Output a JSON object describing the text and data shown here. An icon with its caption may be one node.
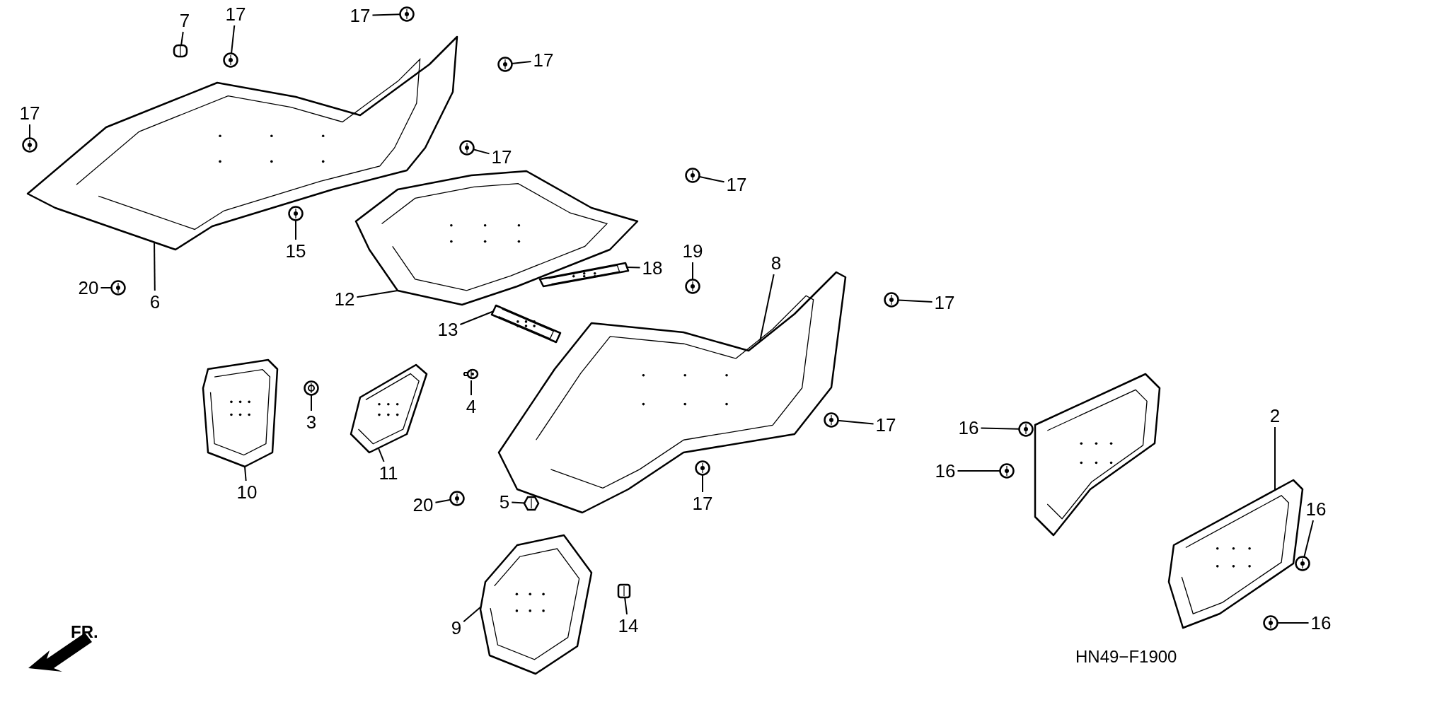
{
  "diagram": {
    "nodes": [
      {
        "text": [
          "7"
        ]
      },
      {
        "text": [
          "17"
        ]
      },
      {
        "text": [
          "17"
        ]
      },
      {
        "text": [
          "17"
        ]
      },
      {
        "text": [
          "17"
        ]
      },
      {
        "text": [
          "17"
        ]
      },
      {
        "text": [
          "17"
        ]
      },
      {
        "text": [
          "15"
        ]
      },
      {
        "text": [
          "20"
        ]
      },
      {
        "text": [
          "6"
        ]
      },
      {
        "text": [
          "12"
        ]
      },
      {
        "text": [
          "13"
        ]
      },
      {
        "text": [
          "18"
        ]
      },
      {
        "text": [
          "19"
        ]
      },
      {
        "text": [
          "8"
        ]
      },
      {
        "text": [
          "17"
        ]
      },
      {
        "text": [
          "3"
        ]
      },
      {
        "text": [
          "4"
        ]
      },
      {
        "text": [
          "10"
        ]
      },
      {
        "text": [
          "11"
        ]
      },
      {
        "text": [
          "17"
        ]
      },
      {
        "text": [
          "17"
        ]
      },
      {
        "text": [
          "20"
        ]
      },
      {
        "text": [
          "5"
        ]
      },
      {
        "text": [
          "9"
        ]
      },
      {
        "text": [
          "14"
        ]
      },
      {
        "text": [
          "16"
        ]
      },
      {
        "text": [
          "16"
        ]
      },
      {
        "text": [
          "2"
        ]
      },
      {
        "text": [
          "16"
        ]
      },
      {
        "text": [
          "16"
        ]
      },
      {
        "text": [],
        "shape": "picture"
      },
      {
        "text": [],
        "shape": "picture"
      },
      {
        "text": [],
        "shape": "picture"
      },
      {
        "text": [],
        "shape": "picture"
      },
      {
        "text": [],
        "shape": "picture"
      },
      {
        "text": [],
        "shape": "picture"
      },
      {
        "text": [],
        "shape": "picture"
      },
      {
        "text": [],
        "shape": "picture"
      },
      {
        "text": [],
        "shape": "picture"
      },
      {
        "text": [],
        "shape": "picture"
      },
      {
        "text": [],
        "shape": "picture"
      },
      {
        "text": [],
        "shape": "picture"
      },
      {
        "text": [],
        "shape": "picture"
      },
      {
        "text": [],
        "shape": "picture"
      },
      {
        "text": [],
        "shape": "picture"
      },
      {
        "text": [],
        "shape": "picture"
      },
      {
        "text": [],
        "shape": "picture"
      },
      {
        "text": [],
        "shape": "picture"
      },
      {
        "text": [],
        "shape": "picture"
      },
      {
        "text": [],
        "shape": "picture"
      },
      {
        "text": [],
        "shape": "picture"
      },
      {
        "text": [],
        "shape": "picture"
      },
      {
        "text": [],
        "shape": "picture"
      },
      {
        "text": [],
        "shape": "picture"
      },
      {
        "text": [],
        "shape": "picture"
      },
      {
        "text": [],
        "shape": "picture"
      },
      {
        "text": [],
        "shape": "picture"
      },
      {
        "text": [],
        "shape": "picture"
      },
      {
        "text": [],
        "shape": "picture"
      },
      {
        "text": [],
        "shape": "picture"
      },
      {
        "text": [],
        "shape": "picture"
      },
      {
        "text": [],
        "shape": "picture"
      }
    ],
    "edges": [
      {
        "from": 0,
        "to": 41,
        "arrow": "none"
      },
      {
        "from": 1,
        "to": 46,
        "arrow": "none"
      },
      {
        "from": 2,
        "to": 47,
        "arrow": "none"
      },
      {
        "from": 3,
        "to": 48,
        "arrow": "none"
      },
      {
        "from": 4,
        "to": 49,
        "arrow": "none"
      },
      {
        "from": 5,
        "to": 50,
        "arrow": "none"
      },
      {
        "from": 6,
        "to": 51,
        "arrow": "none"
      },
      {
        "from": 7,
        "to": 52,
        "arrow": "none"
      },
      {
        "from": 8,
        "to": 53,
        "arrow": "none"
      },
      {
        "from": 9,
        "to": 31,
        "arrow": "none"
      },
      {
        "from": 10,
        "to": 32,
        "arrow": "none"
      },
      {
        "from": 11,
        "to": 39,
        "arrow": "none"
      },
      {
        "from": 12,
        "to": 40,
        "arrow": "none"
      },
      {
        "from": 13,
        "to": 54,
        "arrow": "none"
      },
      {
        "from": 14,
        "to": 33,
        "arrow": "none"
      },
      {
        "from": 15,
        "to": 55,
        "arrow": "none"
      },
      {
        "from": 16,
        "to": 42,
        "arrow": "none"
      },
      {
        "from": 17,
        "to": 43,
        "arrow": "none"
      },
      {
        "from": 18,
        "to": 34,
        "arrow": "none"
      },
      {
        "from": 19,
        "to": 35,
        "arrow": "none"
      },
      {
        "from": 20,
        "to": 56,
        "arrow": "none"
      },
      {
        "from": 21,
        "to": 57,
        "arrow": "none"
      },
      {
        "from": 22,
        "to": 58,
        "arrow": "none"
      },
      {
        "from": 23,
        "to": 44,
        "arrow": "none"
      },
      {
        "from": 24,
        "to": 36,
        "arrow": "none"
      },
      {
        "from": 25,
        "to": 45,
        "arrow": "none"
      },
      {
        "from": 26,
        "to": 59,
        "arrow": "none"
      },
      {
        "from": 27,
        "to": 60,
        "arrow": "none"
      },
      {
        "from": 28,
        "to": 38,
        "arrow": "none"
      },
      {
        "from": 29,
        "to": 61,
        "arrow": "none"
      },
      {
        "from": 30,
        "to": 62,
        "arrow": "none"
      }
    ],
    "labels": [
      "FR.",
      "HN49−F1900"
    ]
  }
}
